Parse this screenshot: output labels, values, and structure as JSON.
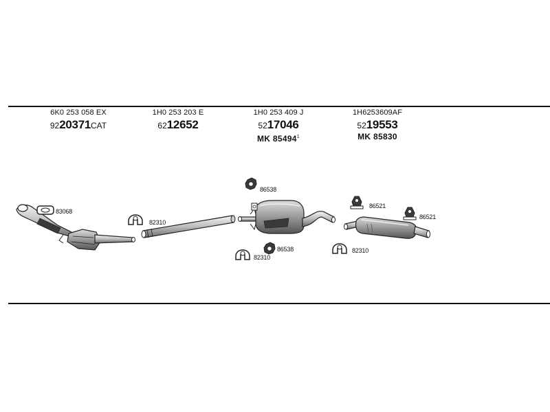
{
  "columns": [
    {
      "oe_number": "6K0 253 058 EX",
      "prefix": "92",
      "main": "20371",
      "suffix": "CAT",
      "mk": "",
      "mk_sup": ""
    },
    {
      "oe_number": "1H0 253 203 E",
      "prefix": "62",
      "main": "12652",
      "suffix": "",
      "mk": "",
      "mk_sup": ""
    },
    {
      "oe_number": "1H0 253 409 J",
      "prefix": "52",
      "main": "17046",
      "suffix": "",
      "mk": "MK  85494",
      "mk_sup": "1"
    },
    {
      "oe_number": "1H6253609AF",
      "prefix": "52",
      "main": "19553",
      "suffix": "",
      "mk": "MK  85830",
      "mk_sup": ""
    }
  ],
  "labels": {
    "gasket": "83068",
    "clamp_1": "82310",
    "rubber_top": "86538",
    "rubber_bottom": "86538",
    "clamp_2": "82310",
    "hanger_1": "86521",
    "hanger_2": "86521",
    "clamp_3": "82310"
  }
}
